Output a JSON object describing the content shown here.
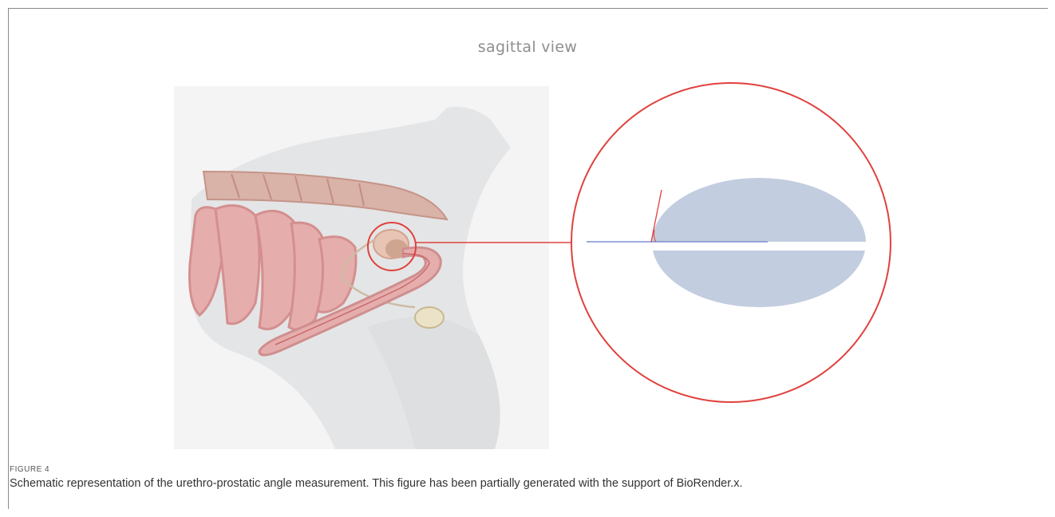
{
  "figure": {
    "view_label": "sagittal view",
    "number_label": "FIGURE 4",
    "caption": "Schematic representation of the urethro-prostatic angle measurement. This figure has been partially generated with the support of BioRender.x.",
    "colors": {
      "highlight_red": "#e0413d",
      "prostate_blue": "#c3cde0",
      "urethra_line_blue": "#7d8fd0",
      "intestine_pink": "#e6adad",
      "body_silhouette": "#e4e5e6"
    },
    "icons": [
      "anatomy-illustration",
      "magnifier-circle"
    ]
  }
}
